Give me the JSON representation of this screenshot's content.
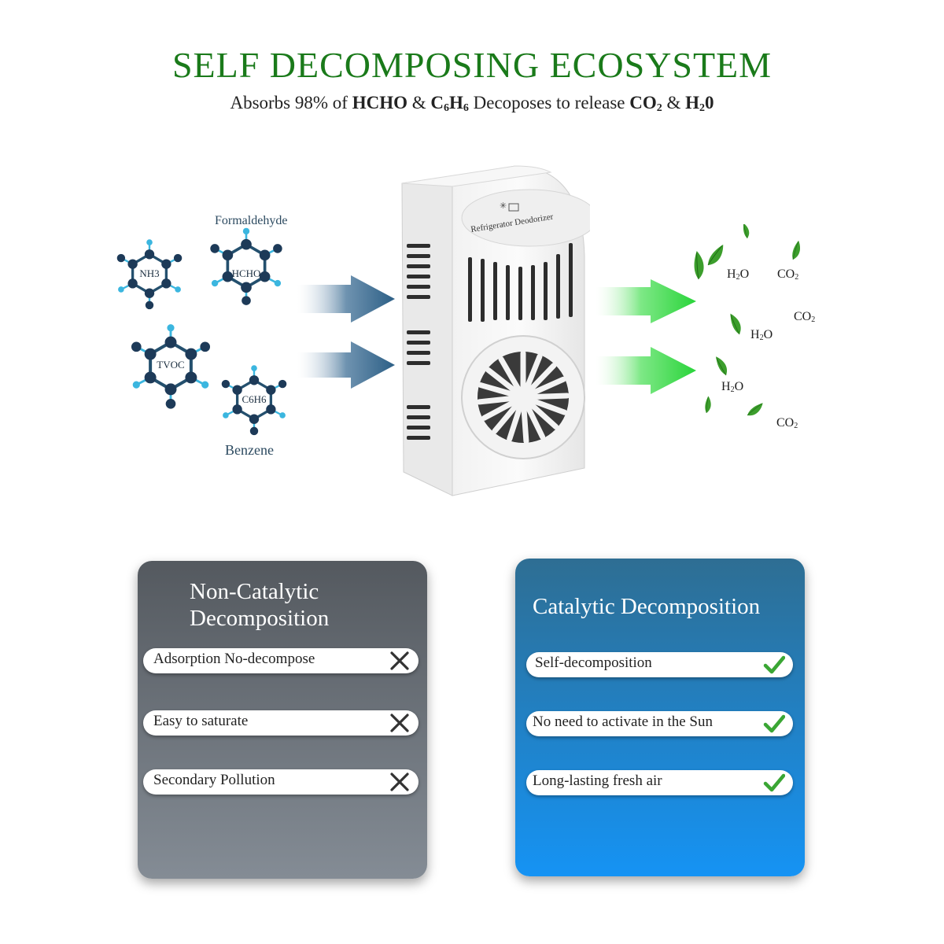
{
  "header": {
    "title": "SELF DECOMPOSING ECOSYSTEM",
    "subtitle": {
      "p1": "Absorbs 98% of ",
      "b1": "HCHO",
      "p2": " & ",
      "b2a": "C",
      "b2s1": "6",
      "b2b": "H",
      "b2s2": "6",
      "p3": " Decoposes to release ",
      "b3a": "CO",
      "b3s": "2",
      "p4": " & ",
      "b4a": "H",
      "b4s": "2",
      "b4b": "0"
    }
  },
  "molecules": {
    "formaldehyde_label": "Formaldehyde",
    "benzene_label": "Benzene",
    "nh3": "NH3",
    "hcho": "HCHO",
    "tvoc": "TVOC",
    "c6h6": "C6H6"
  },
  "device": {
    "label_text": "Refrigerator Deodorizer"
  },
  "products": {
    "h2o_main": "H",
    "h2o_sub": "2",
    "h2o_tail": "O",
    "co2_main": "CO",
    "co2_sub": "2"
  },
  "non_catalytic": {
    "title_line1": "Non-Catalytic",
    "title_line2": "Decomposition",
    "items": [
      {
        "label": "Adsorption No-decompose"
      },
      {
        "label": "Easy to saturate"
      },
      {
        "label": "Secondary Pollution"
      }
    ]
  },
  "catalytic": {
    "title": "Catalytic Decomposition",
    "items": [
      {
        "label": "Self-decomposition"
      },
      {
        "label": "No need to activate in the Sun"
      },
      {
        "label": "Long-lasting fresh air"
      }
    ]
  },
  "colors": {
    "title_green": "#1a7a1a",
    "atom_dark": "#1d3a58",
    "atom_light": "#3bb6df",
    "arrow_blue": "#2c5f86",
    "arrow_green": "#29d43a",
    "check_green": "#3aa634",
    "cross_dark": "#333333"
  },
  "icons": {
    "cross": "x-mark-icon",
    "check": "check-mark-icon",
    "leaf": "leaf-icon"
  }
}
